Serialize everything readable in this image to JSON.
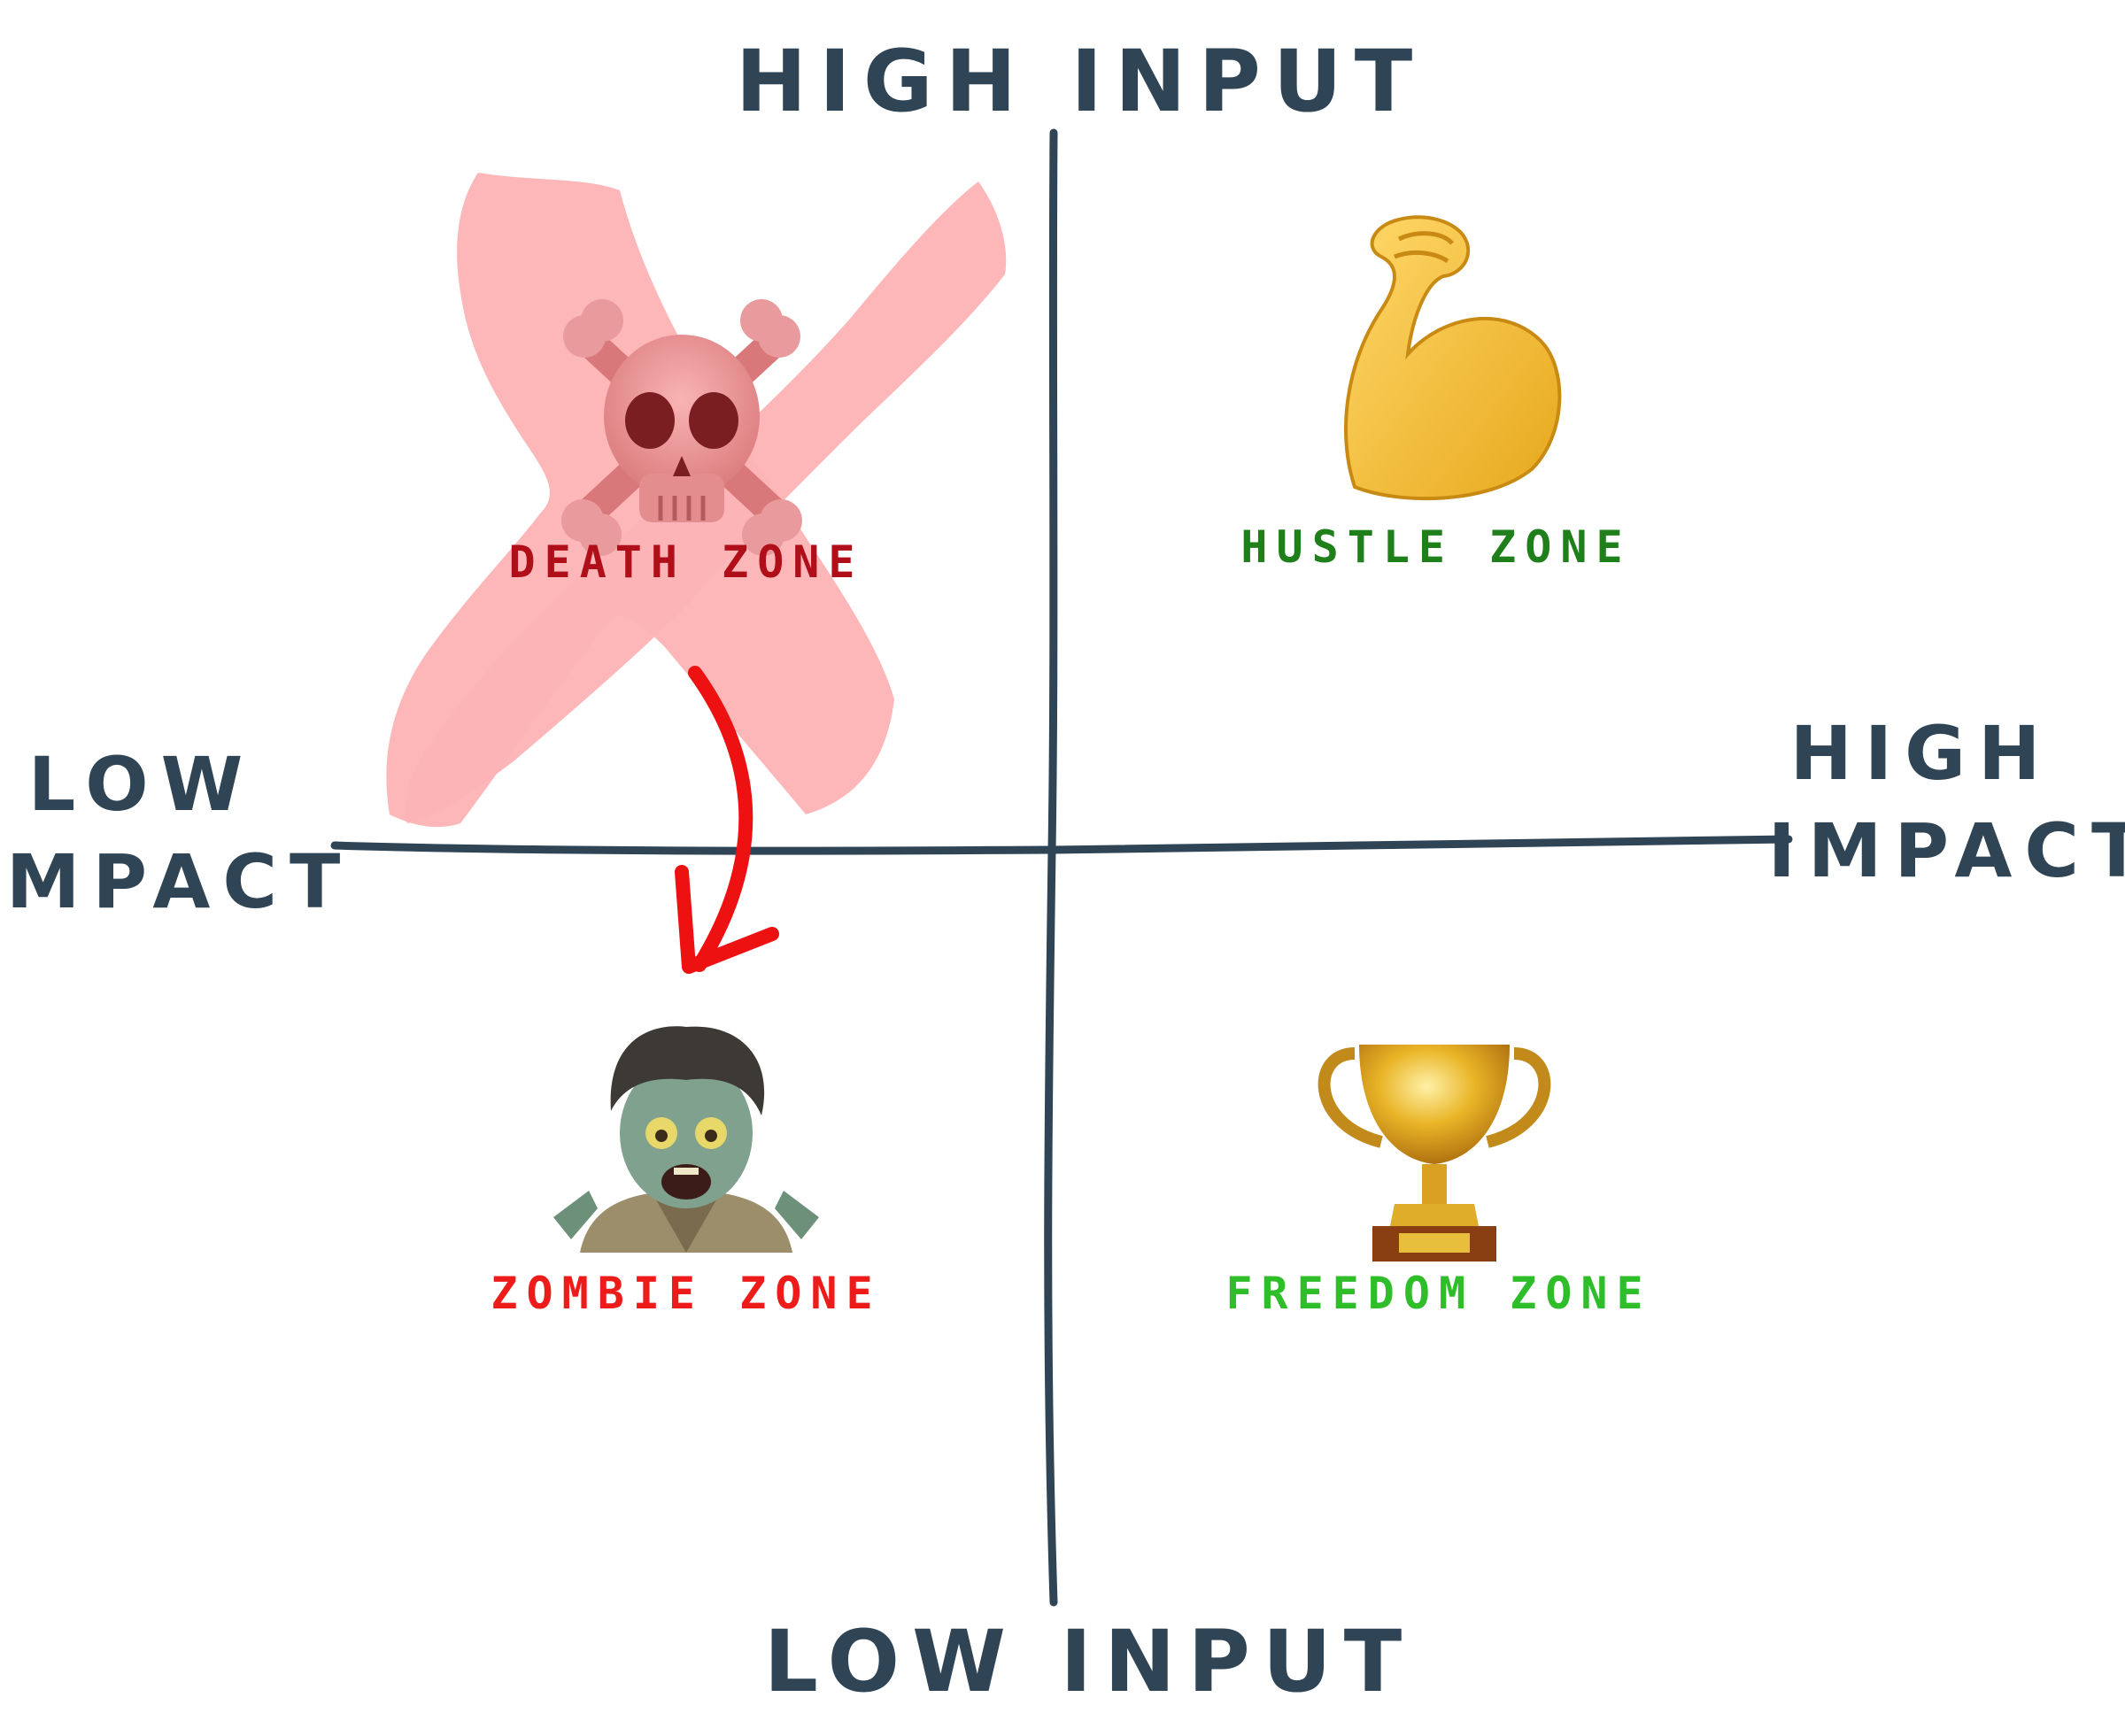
{
  "axes": {
    "top": "HIGH INPUT",
    "bottom": "LOW INPUT",
    "left": [
      "LOW",
      "IMPACT"
    ],
    "right": [
      "HIGH",
      "IMPACT"
    ]
  },
  "zones": {
    "death": {
      "label": "DEATH ZONE",
      "icon": "skull-crossbones-icon",
      "color": "#b00e18"
    },
    "hustle": {
      "label": "HUSTLE ZONE",
      "icon": "flexed-biceps-icon",
      "color": "#1f7f1a"
    },
    "zombie": {
      "label": "ZOMBIE ZONE",
      "icon": "zombie-icon",
      "color": "#ee1b1b"
    },
    "freedom": {
      "label": "FREEDOM ZONE",
      "icon": "trophy-icon",
      "color": "#2fbe2a"
    }
  },
  "colors": {
    "axis": "#2f4454",
    "cross_out": "#fdb3b5",
    "arrow": "#ee1111"
  }
}
